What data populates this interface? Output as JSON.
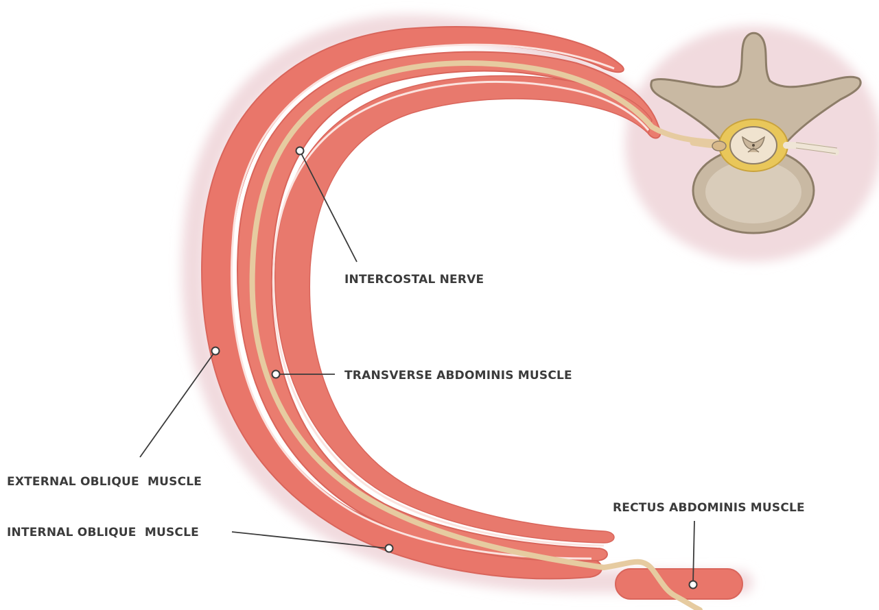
{
  "labels": {
    "intercostal_nerve": "INTERCOSTAL NERVE",
    "transverse_abdominis": "TRANSVERSE ABDOMINIS MUSCLE",
    "external_oblique": "EXTERNAL OBLIQUE  MUSCLE",
    "internal_oblique": "INTERNAL OBLIQUE  MUSCLE",
    "rectus_abdominis": "RECTUS ABDOMINIS MUSCLE"
  },
  "colors": {
    "halo": "#f1dade",
    "muscle": "#e9766a",
    "muscle_outline": "#d9655b",
    "muscle_highlight": "#f49a8c",
    "nerve": "#e6cba0",
    "bone": "#c9b9a3",
    "bone_dark": "#8d7d68",
    "spinal_fat": "#e9c75a",
    "leader": "#3b3b3b"
  }
}
